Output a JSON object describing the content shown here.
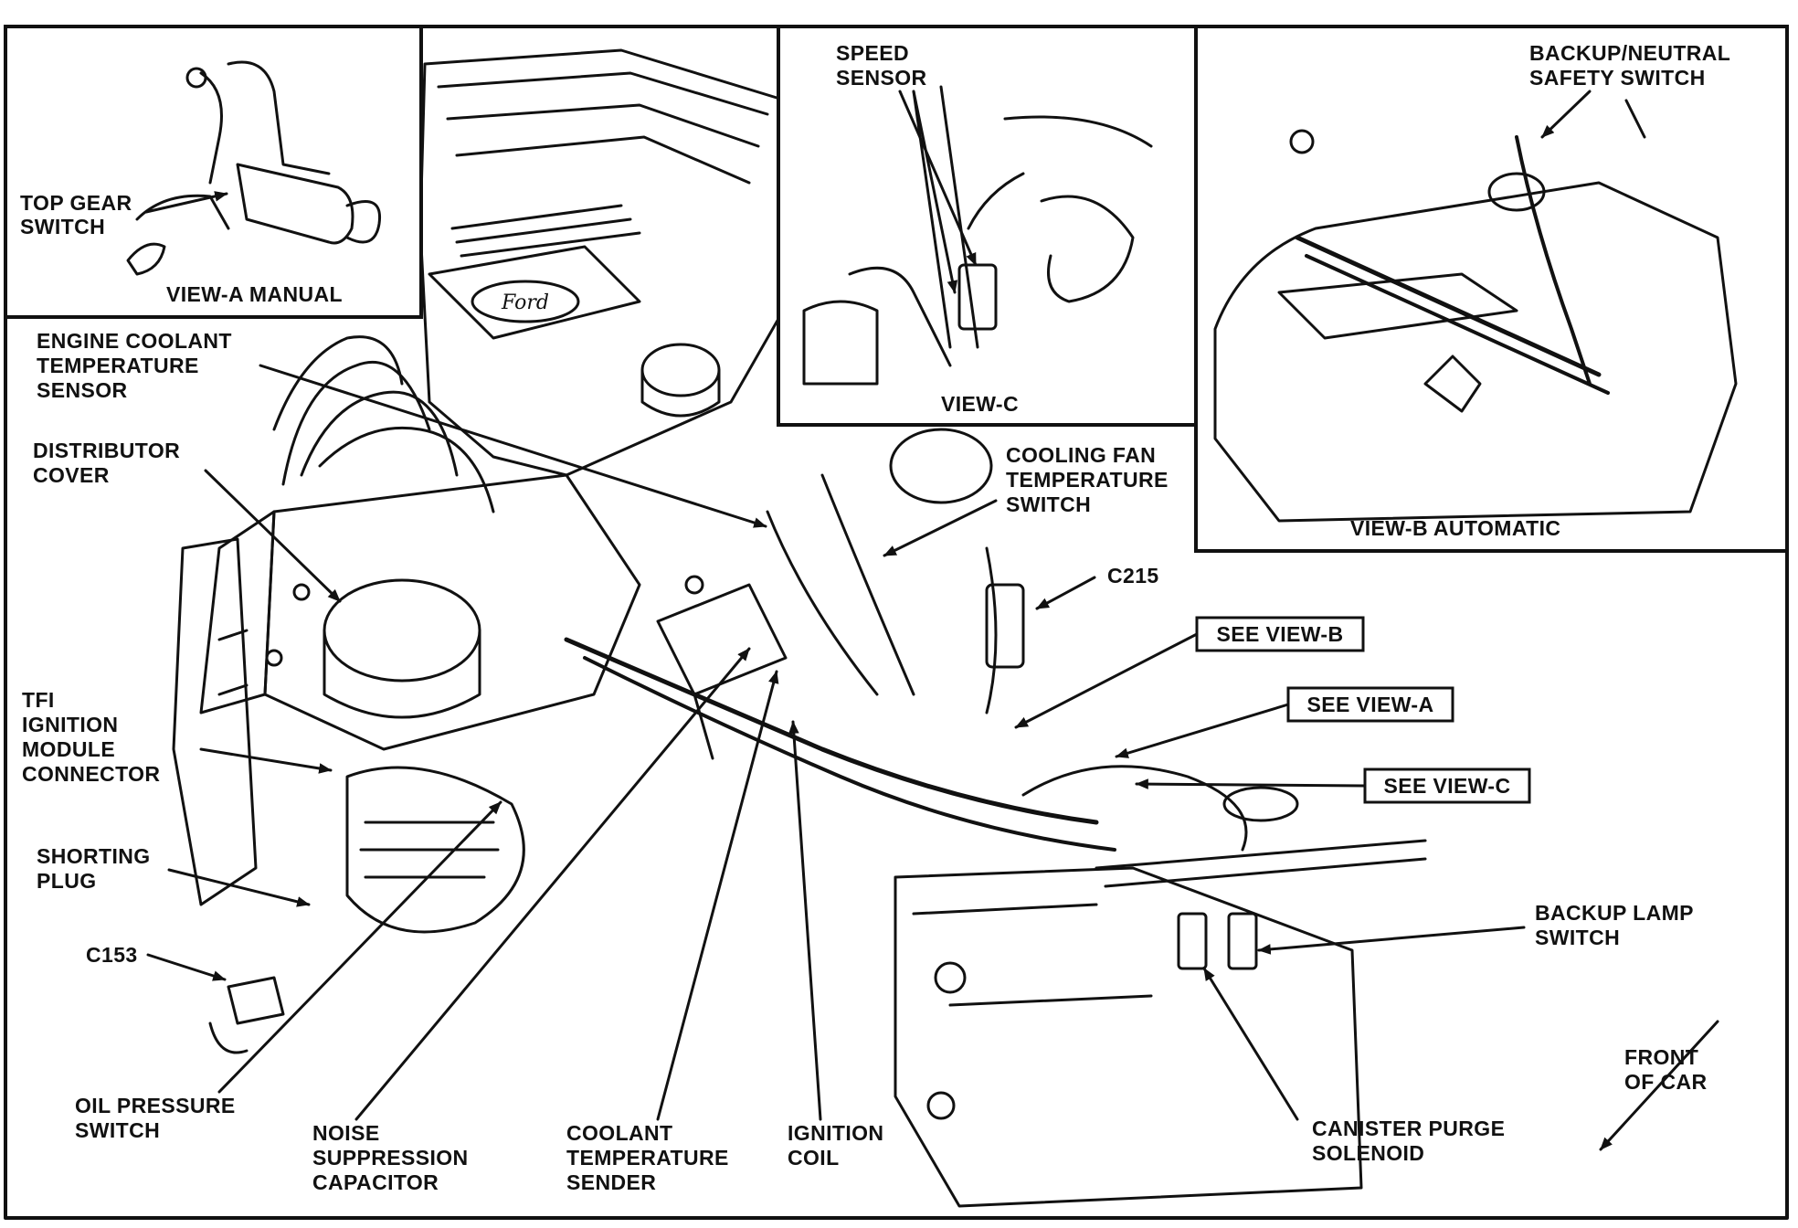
{
  "views": {
    "view_a": "VIEW-A MANUAL",
    "view_b": "VIEW-B AUTOMATIC",
    "view_c": "VIEW-C"
  },
  "labels": {
    "top_gear_switch": [
      "TOP GEAR",
      "SWITCH"
    ],
    "speed_sensor": [
      "SPEED",
      "SENSOR"
    ],
    "backup_neutral_safety_switch": [
      "BACKUP/NEUTRAL",
      "SAFETY SWITCH"
    ],
    "engine_coolant_temperature_sensor": [
      "ENGINE COOLANT",
      "TEMPERATURE",
      "SENSOR"
    ],
    "distributor_cover": [
      "DISTRIBUTOR",
      "COVER"
    ],
    "cooling_fan_temperature_switch": [
      "COOLING FAN",
      "TEMPERATURE",
      "SWITCH"
    ],
    "c215": "C215",
    "tfi_ignition_module_connector": [
      "TFI",
      "IGNITION",
      "MODULE",
      "CONNECTOR"
    ],
    "shorting_plug": [
      "SHORTING",
      "PLUG"
    ],
    "c153": "C153",
    "oil_pressure_switch": [
      "OIL PRESSURE",
      "SWITCH"
    ],
    "noise_suppression_capacitor": [
      "NOISE",
      "SUPPRESSION",
      "CAPACITOR"
    ],
    "coolant_temperature_sender": [
      "COOLANT",
      "TEMPERATURE",
      "SENDER"
    ],
    "ignition_coil": [
      "IGNITION",
      "COIL"
    ],
    "canister_purge_solenoid": [
      "CANISTER PURGE",
      "SOLENOID"
    ],
    "backup_lamp_switch": [
      "BACKUP LAMP",
      "SWITCH"
    ],
    "front_of_car": [
      "FRONT",
      "OF CAR"
    ]
  },
  "callouts": {
    "see_view_b": "SEE VIEW-B",
    "see_view_a": "SEE VIEW-A",
    "see_view_c": "SEE VIEW-C"
  },
  "valve_cover_logo": "Ford",
  "colors": {
    "ink": "#111111",
    "paper": "#ffffff"
  }
}
